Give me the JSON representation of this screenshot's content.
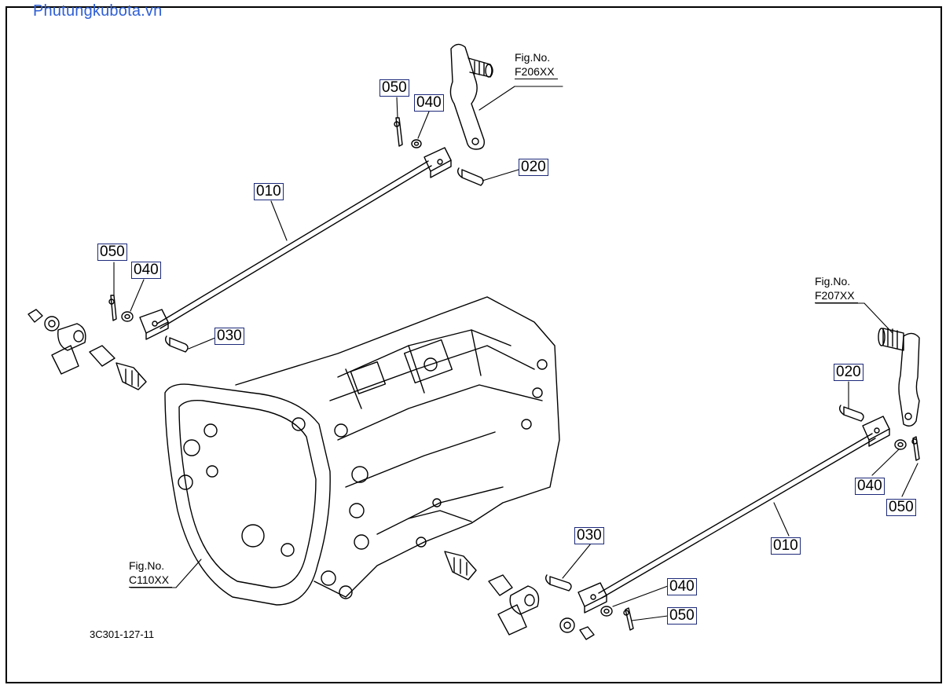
{
  "watermark": "Phutungkubota.vn",
  "drawing_code": "3C301-127-11",
  "callouts": {
    "top_050": "050",
    "top_040": "040",
    "top_020": "020",
    "top_010": "010",
    "left_050": "050",
    "left_040": "040",
    "left_030": "030",
    "right_020": "020",
    "right_040": "040",
    "right_050": "050",
    "right_010": "010",
    "bottom_030": "030",
    "bottom_040": "040",
    "bottom_050": "050"
  },
  "figures": {
    "top": {
      "label": "Fig.No.",
      "code": "F206XX"
    },
    "right": {
      "label": "Fig.No.",
      "code": "F207XX"
    },
    "housing": {
      "label": "Fig.No.",
      "code": "C110XX"
    }
  }
}
